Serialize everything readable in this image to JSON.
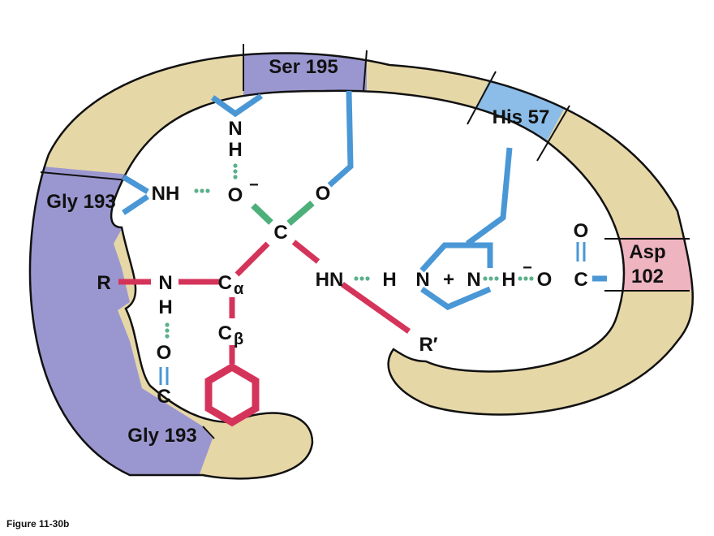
{
  "figure": {
    "caption": "Figure 11-30b"
  },
  "segments": {
    "ser195": "Ser 195",
    "his57": "His 57",
    "gly193_upper": "Gly 193",
    "gly193_lower": "Gly 193",
    "asp102": {
      "line1": "Asp",
      "line2": "102"
    }
  },
  "atoms": {
    "ser_n": "N",
    "ser_h": "H",
    "backbone_nh": "NH",
    "oxyanion_o": "O",
    "oxyanion_charge": "−",
    "ser_o": "O",
    "central_c": "C",
    "r_group": "R",
    "substrate_n": "N",
    "substrate_h": "H",
    "c_alpha": "C",
    "alpha_sub": "α",
    "c_beta": "C",
    "beta_sub": "β",
    "gly_o": "O",
    "gly_c": "C",
    "leaving_hn": "HN",
    "his_h1": "H",
    "his_n1": "N",
    "plus": "+",
    "his_n2": "N",
    "his_h2": "H",
    "asp_charge": "−",
    "asp_o": "O",
    "asp_c": "C",
    "asp_o_top": "O",
    "r_prime": "R′"
  },
  "colors": {
    "tan": "#e6d7a7",
    "purple": "#9a97d0",
    "blue_segment": "#8cbde8",
    "pink": "#eeb4c0",
    "blue_bond": "#4a97d6",
    "red_bond": "#d5345a",
    "green_bond": "#4db07a",
    "hbond": "#5bb08a",
    "outline": "#111111"
  }
}
